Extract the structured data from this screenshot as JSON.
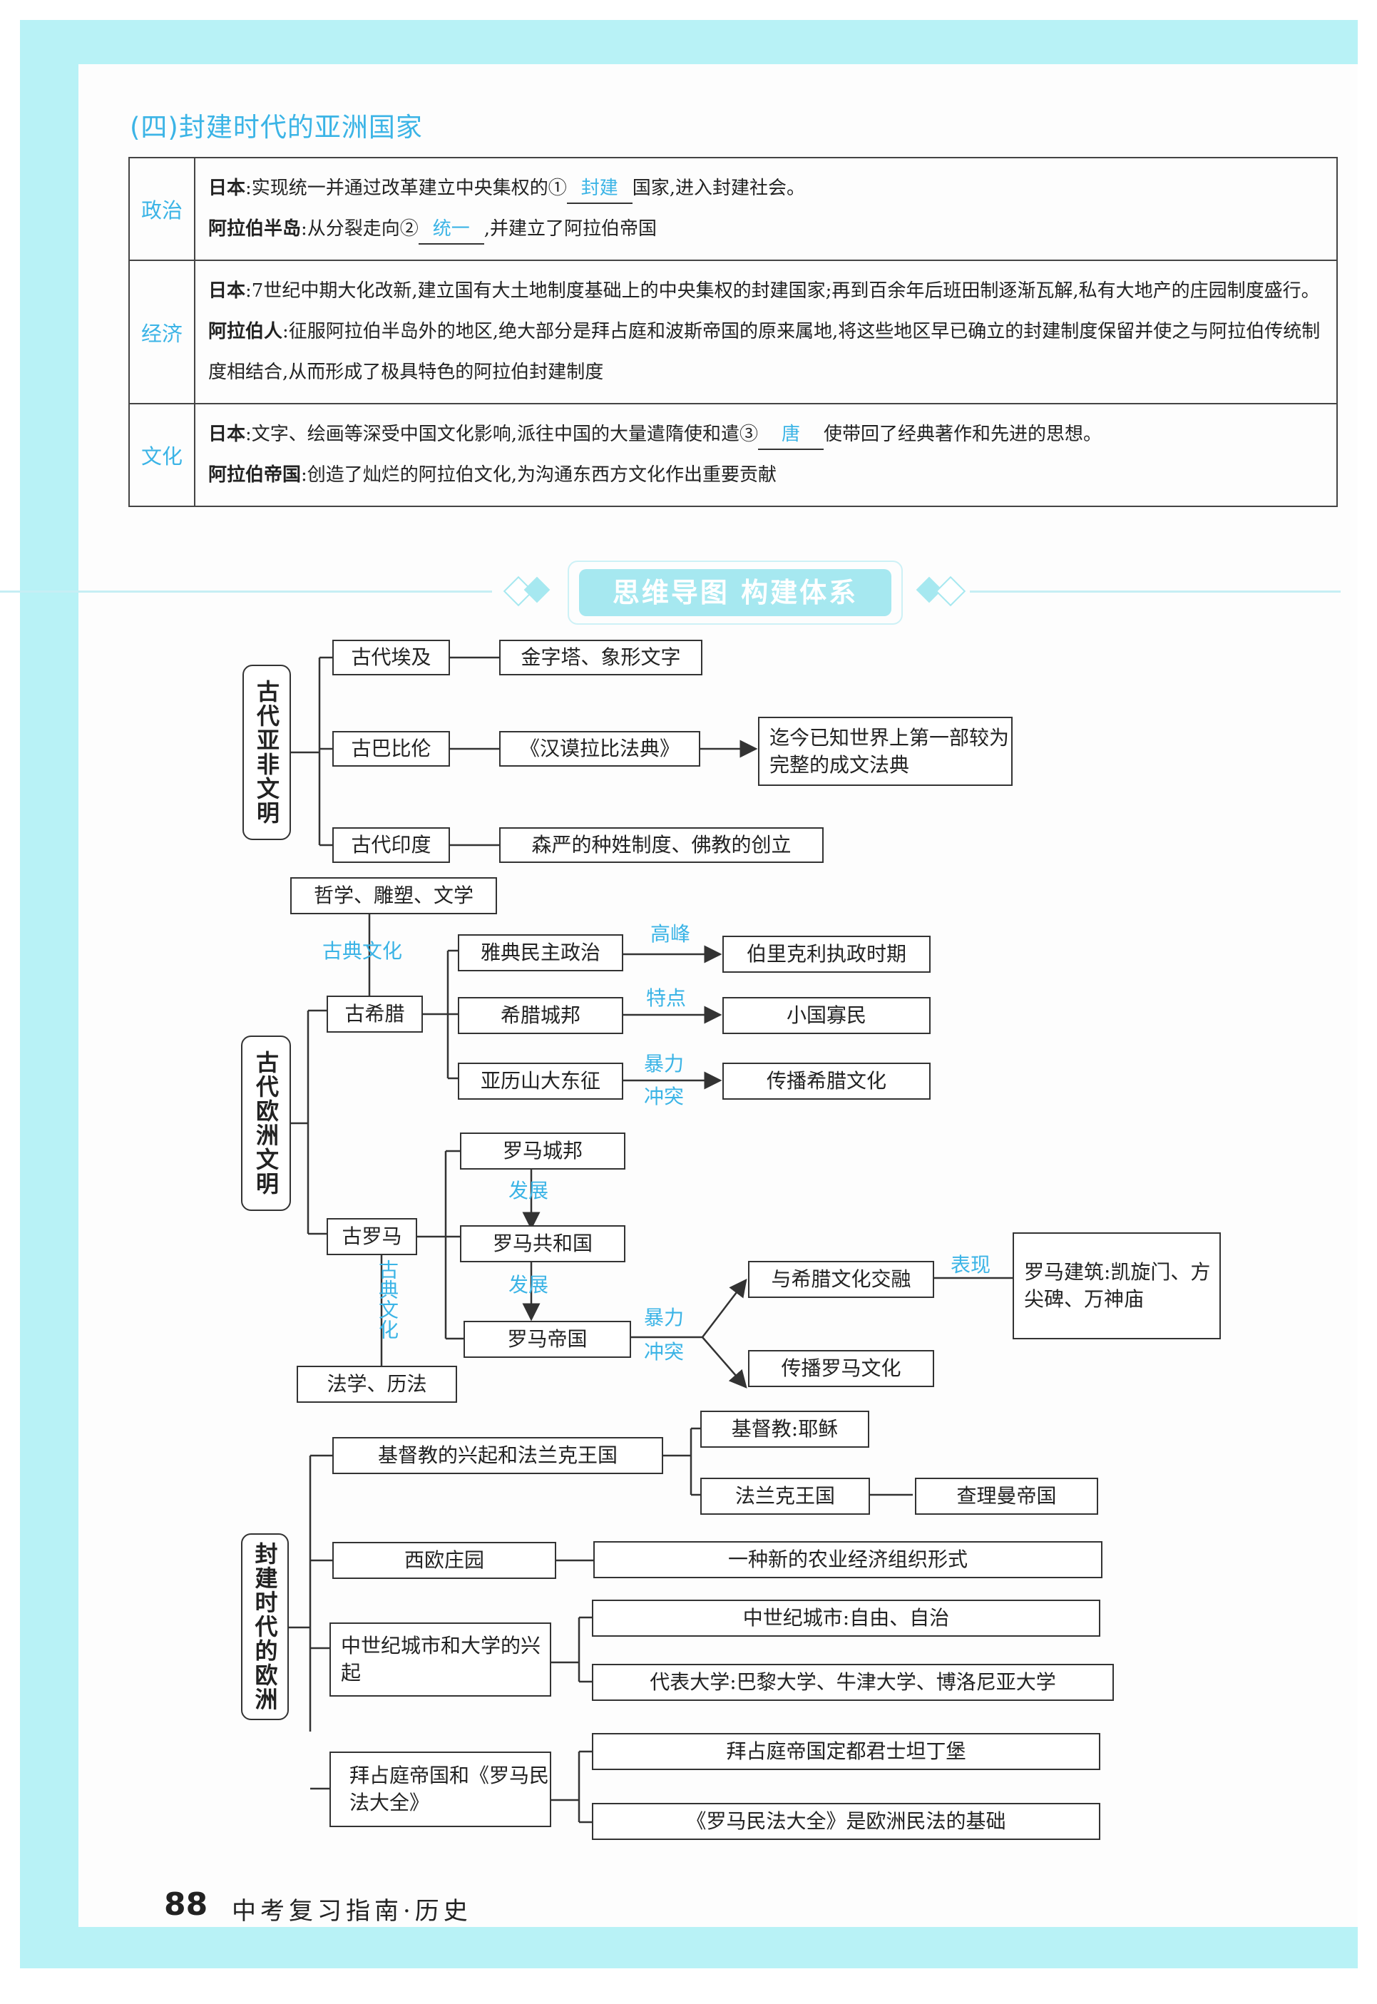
{
  "section": {
    "title": "(四)封建时代的亚洲国家",
    "table": [
      {
        "category": "政治",
        "lines": [
          {
            "label": "日本",
            "pre": ":实现统一并通过改革建立中央集权的①",
            "blank": "封建",
            "post": "国家,进入封建社会。"
          },
          {
            "label": "阿拉伯半岛",
            "pre": ":从分裂走向②",
            "blank": "统一",
            "post": ",并建立了阿拉伯帝国"
          }
        ]
      },
      {
        "category": "经济",
        "lines": [
          {
            "label": "日本",
            "pre": ":7世纪中期大化改新,建立国有大土地制度基础上的中央集权的封建国家;再到百余年后班田制逐渐瓦解,私有大地产的庄园制度盛行。",
            "blank": null,
            "post": ""
          },
          {
            "label": "阿拉伯人",
            "pre": ":征服阿拉伯半岛外的地区,绝大部分是拜占庭和波斯帝国的原来属地,将这些地区早已确立的封建制度保留并使之与阿拉伯传统制度相结合,从而形成了极具特色的阿拉伯封建制度",
            "blank": null,
            "post": ""
          }
        ]
      },
      {
        "category": "文化",
        "lines": [
          {
            "label": "日本",
            "pre": ":文字、绘画等深受中国文化影响,派往中国的大量遣隋使和遣③",
            "blank": "唐",
            "post": "使带回了经典著作和先进的思想。"
          },
          {
            "label": "阿拉伯帝国",
            "pre": ":创造了灿烂的阿拉伯文化,为沟通东西方文化作出重要贡献",
            "blank": null,
            "post": ""
          }
        ]
      }
    ]
  },
  "mindmap_banner": "思维导图  构建体系",
  "mindmap": {
    "asia_africa": {
      "root": "古代亚非文明",
      "egypt": "古代埃及",
      "egypt_detail": "金字塔、象形文字",
      "babylon": "古巴比伦",
      "babylon_detail": "《汉谟拉比法典》",
      "babylon_result": "迄今已知世界上第一部较为完整的成文法典",
      "india": "古代印度",
      "india_detail": "森严的种姓制度、佛教的创立"
    },
    "europe_ancient": {
      "root": "古代欧洲文明",
      "greece": "古希腊",
      "greece_culture": "哲学、雕塑、文学",
      "greece_culture_label": "古典文化",
      "athens": "雅典民主政治",
      "athens_label": "高峰",
      "athens_result": "伯里克利执政时期",
      "city_state": "希腊城邦",
      "city_state_label": "特点",
      "city_state_result": "小国寡民",
      "alexander": "亚历山大东征",
      "alexander_label_1": "暴力",
      "alexander_label_2": "冲突",
      "alexander_result": "传播希腊文化",
      "rome": "古罗马",
      "rome_culture": "法学、历法",
      "rome_culture_label": "古典文化",
      "rome_city": "罗马城邦",
      "dev_label_1": "发展",
      "rome_republic": "罗马共和国",
      "dev_label_2": "发展",
      "rome_empire": "罗马帝国",
      "empire_label_1": "暴力",
      "empire_label_2": "冲突",
      "fusion": "与希腊文化交融",
      "fusion_label": "表现",
      "architecture": "罗马建筑:凯旋门、方尖碑、万神庙",
      "spread": "传播罗马文化"
    },
    "europe_feudal": {
      "root": "封建时代的欧洲",
      "christianity": "基督教的兴起和法兰克王国",
      "christ": "基督教:耶稣",
      "frank": "法兰克王国",
      "charlemagne": "查理曼帝国",
      "manor": "西欧庄园",
      "manor_detail": "一种新的农业经济组织形式",
      "cities": "中世纪城市和大学的兴起",
      "cities_detail": "中世纪城市:自由、自治",
      "universities": "代表大学:巴黎大学、牛津大学、博洛尼亚大学",
      "byzantine": "拜占庭帝国和《罗马民法大全》",
      "byzantine_capital": "拜占庭帝国定都君士坦丁堡",
      "civil_law": "《罗马民法大全》是欧洲民法的基础"
    }
  },
  "footer": {
    "page_number": "88",
    "book_title": "中考复习指南·历史"
  },
  "colors": {
    "accent": "#3bb4e6",
    "frame": "#b8f2f6",
    "banner": "#a6e8f0"
  }
}
